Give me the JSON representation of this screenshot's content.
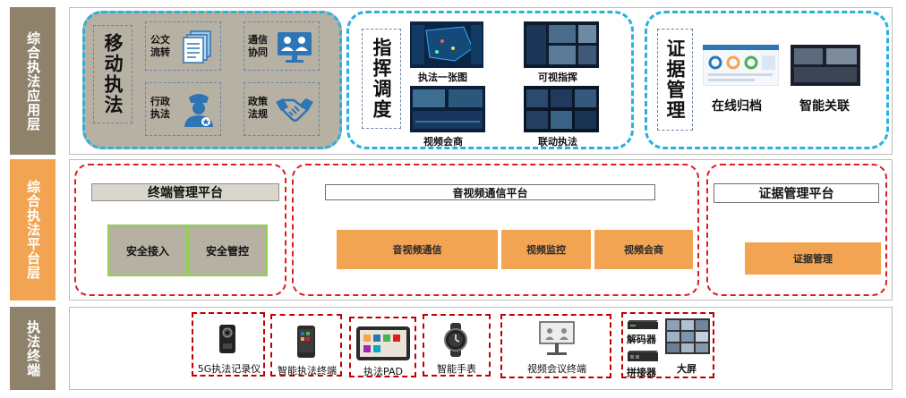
{
  "layers": {
    "application": "综合执法应用层",
    "platform": "综合执法平台层",
    "terminal": "执法终端"
  },
  "colors": {
    "app_layer": "#8e826b",
    "platform_layer": "#f3a453",
    "terminal_layer": "#8e826b",
    "mobile_bg": "#b6b1a2",
    "cyan_dash": "#2ab0e0",
    "red_dash": "#e11b22",
    "icon_blue": "#2e75b6"
  },
  "app": {
    "mobile": {
      "title": "移动执法",
      "items": [
        {
          "label": "公文流转",
          "icon": "document-stack-icon"
        },
        {
          "label": "通信协同",
          "icon": "video-conference-icon"
        },
        {
          "label": "行政执法",
          "icon": "police-officer-icon"
        },
        {
          "label": "政策法规",
          "icon": "handshake-icon"
        }
      ]
    },
    "command": {
      "title": "指挥调度",
      "items": [
        {
          "label": "执法一张图"
        },
        {
          "label": "可视指挥"
        },
        {
          "label": "视频会商"
        },
        {
          "label": "联动执法"
        }
      ]
    },
    "evidence": {
      "title": "证据管理",
      "items": [
        {
          "label": "在线归档"
        },
        {
          "label": "智能关联"
        }
      ]
    }
  },
  "platform": {
    "terminal_mgmt": {
      "title": "终端管理平台",
      "items": [
        "安全接入",
        "安全管控"
      ]
    },
    "av": {
      "title": "音视频通信平台",
      "items": [
        "音视频通信",
        "视频监控",
        "视频会商"
      ]
    },
    "evidence_mgmt": {
      "title": "证据管理平台",
      "items": [
        "证据管理"
      ]
    }
  },
  "terminal": {
    "devices": [
      {
        "label": "5G执法记录仪",
        "icon": "body-camera-icon"
      },
      {
        "label": "智能执法终端",
        "icon": "smartphone-icon"
      },
      {
        "label": "执法PAD",
        "icon": "tablet-icon"
      },
      {
        "label": "智能手表",
        "icon": "smartwatch-icon"
      },
      {
        "label": "视频会议终端",
        "icon": "conference-terminal-icon"
      }
    ],
    "display_group": {
      "items": [
        {
          "label": "解码器",
          "icon": "decoder-icon"
        },
        {
          "label": "拼接器",
          "icon": "splicer-icon"
        },
        {
          "label": "大屏",
          "icon": "video-wall-icon"
        }
      ]
    }
  }
}
